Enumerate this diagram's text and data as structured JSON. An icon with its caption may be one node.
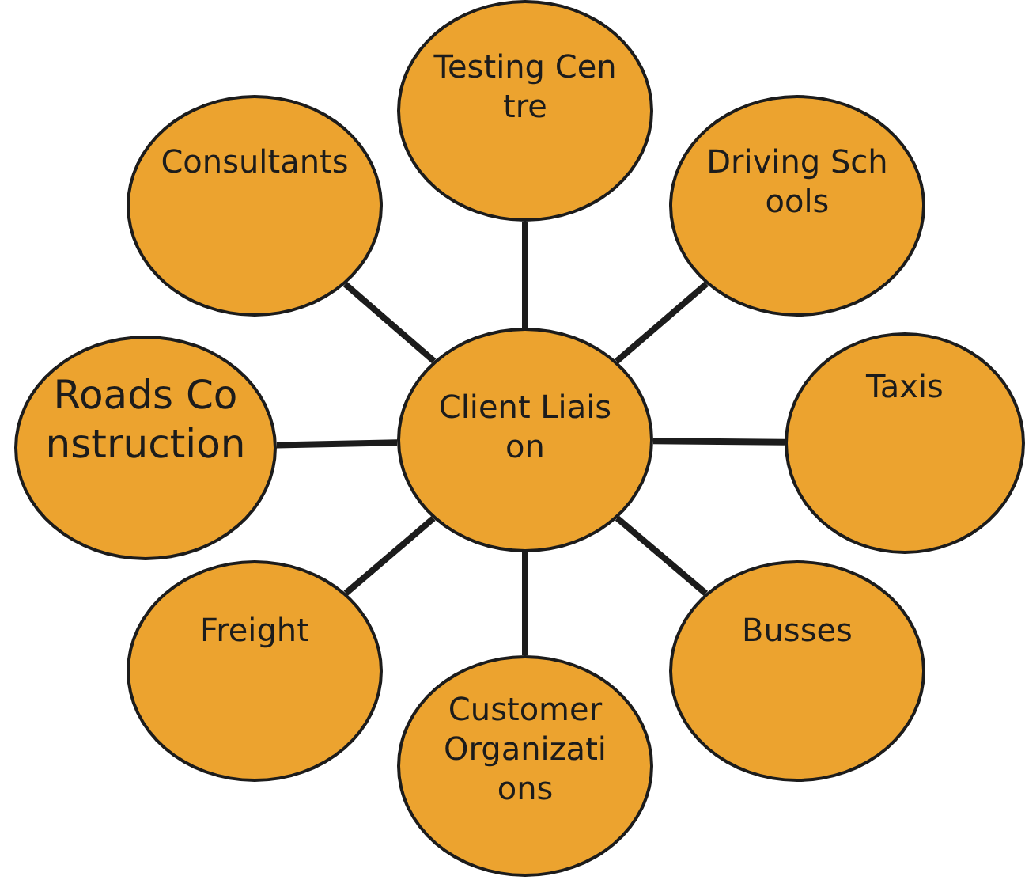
{
  "diagram": {
    "nodes": [
      {
        "text": [
          "Testing Centre"
        ]
      },
      {
        "text": [
          "Consultants"
        ]
      },
      {
        "text": [
          "Driving Schools"
        ]
      },
      {
        "text": [
          "Client Liaison"
        ]
      },
      {
        "text": [
          "Roads Construction"
        ]
      },
      {
        "text": [
          "Taxis"
        ]
      },
      {
        "text": [
          "Freight"
        ]
      },
      {
        "text": [
          "Busses"
        ]
      },
      {
        "text": [
          "Customer Organizations"
        ]
      }
    ],
    "edges": [
      {
        "from": 3,
        "to": 0,
        "arrow": "none"
      },
      {
        "from": 3,
        "to": 1,
        "arrow": "none"
      },
      {
        "from": 3,
        "to": 2,
        "arrow": "none"
      },
      {
        "from": 3,
        "to": 4,
        "arrow": "none"
      },
      {
        "from": 3,
        "to": 5,
        "arrow": "none"
      },
      {
        "from": 3,
        "to": 6,
        "arrow": "none"
      },
      {
        "from": 3,
        "to": 7,
        "arrow": "none"
      },
      {
        "from": 3,
        "to": 8,
        "arrow": "none"
      }
    ]
  }
}
